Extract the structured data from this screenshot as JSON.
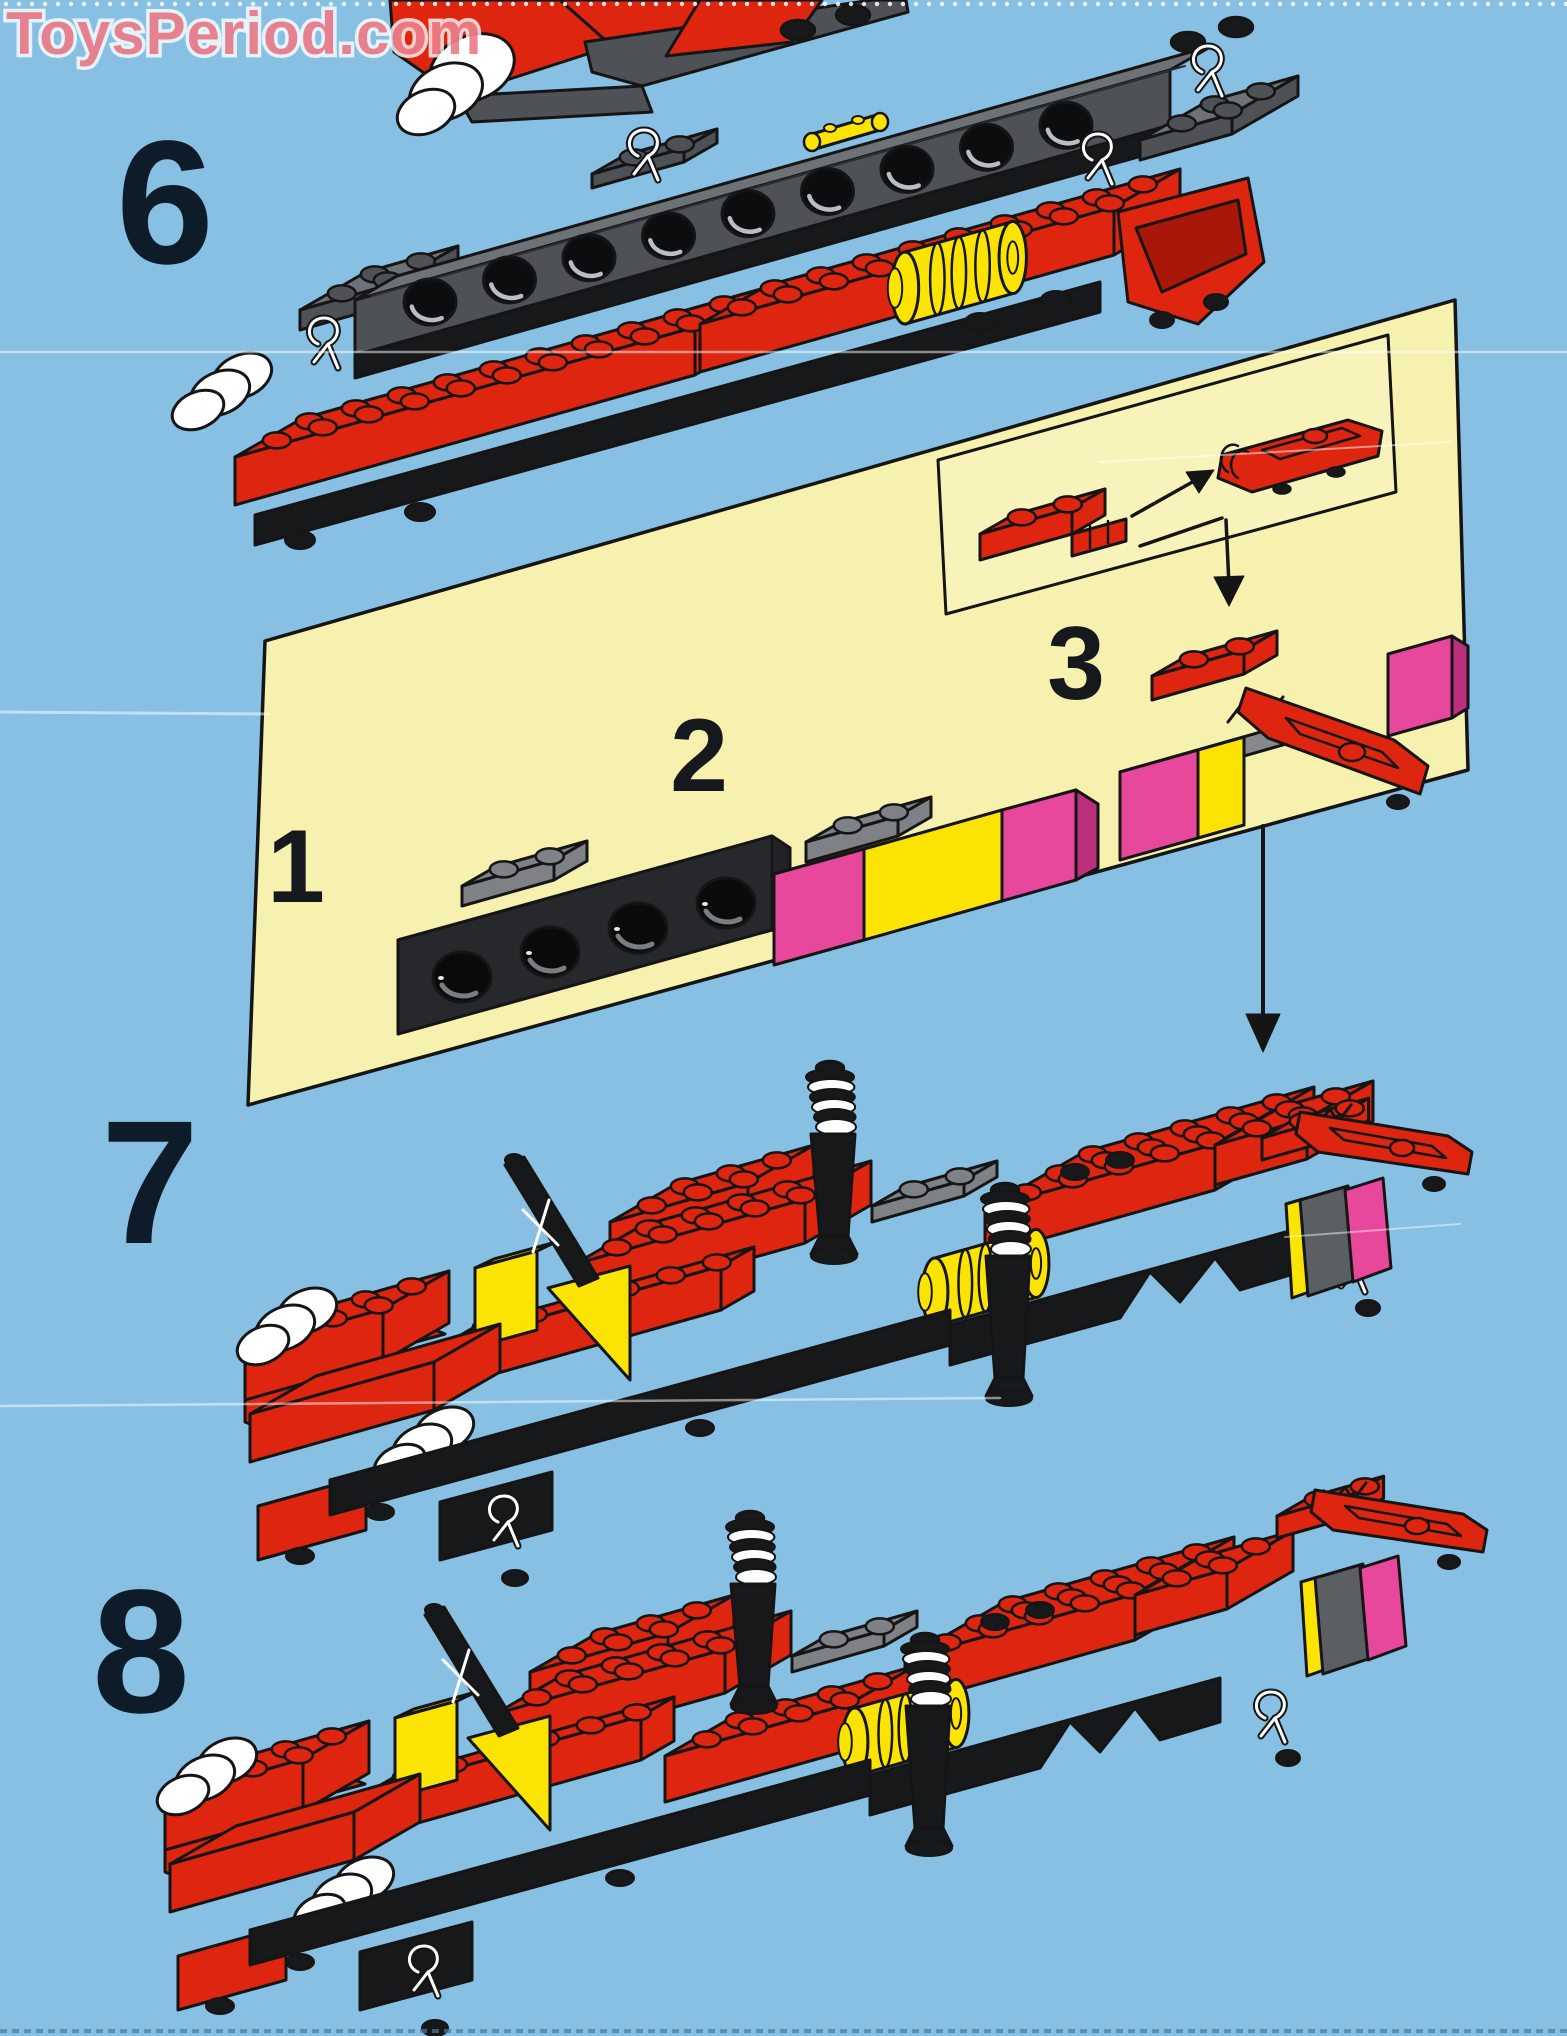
{
  "watermark": {
    "text": "ToysPeriod.com"
  },
  "steps": [
    {
      "label": "6"
    },
    {
      "label": "7"
    },
    {
      "label": "8"
    }
  ],
  "panel": {
    "substeps": [
      {
        "label": "1"
      },
      {
        "label": "2"
      },
      {
        "label": "3"
      }
    ],
    "icons": [
      "right-arrow-icon",
      "down-arrow-icon"
    ]
  },
  "connector": {
    "icon": "down-arrow-icon"
  },
  "colors": {
    "background": "#87c0e3",
    "paper_cream": "#f6f1ae",
    "inset_cream": "#f7f3bb",
    "outline": "#151515",
    "brick_red": "#dd2510",
    "brick_red_dark": "#a8170a",
    "brick_yellow": "#fbe303",
    "brick_magenta": "#e8489c",
    "brick_magenta_dark": "#bb2f7d",
    "dark_gray": "#4e5256",
    "dark_gray_top": "#6d7276",
    "mid_gray": "#7e8286",
    "light_gray": "#9aa0a4",
    "black_part": "#17181a",
    "white_part": "#ffffff",
    "number_ink": "#0e1c2a",
    "watermark_pink": "#ee7e8a",
    "crease": "rgba(255,255,255,0.5)"
  }
}
